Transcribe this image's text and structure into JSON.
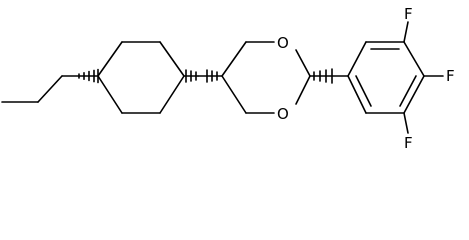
{
  "molecule": {
    "atoms": {
      "o_top": "O",
      "o_bottom": "O",
      "f_top": "F",
      "f_right": "F",
      "f_bottom": "F"
    }
  }
}
